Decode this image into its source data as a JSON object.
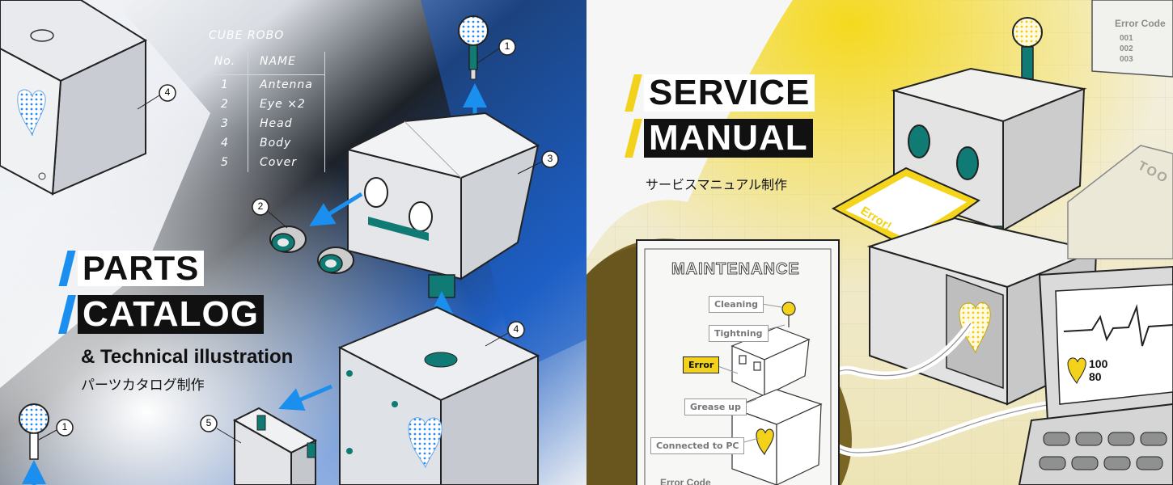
{
  "parts_table": {
    "title": "CUBE ROBO",
    "header_no": "No.",
    "header_name": "NAME",
    "rows": [
      {
        "no": "1",
        "name": "Antenna"
      },
      {
        "no": "2",
        "name": "Eye ×2"
      },
      {
        "no": "3",
        "name": "Head"
      },
      {
        "no": "4",
        "name": "Body"
      },
      {
        "no": "5",
        "name": "Cover"
      }
    ]
  },
  "left_titles": {
    "line1": "PARTS",
    "line2": "CATALOG",
    "subtitle": "& Technical illustration",
    "jp": "パーツカタログ制作"
  },
  "right_titles": {
    "line1": "SERVICE",
    "line2": "MANUAL",
    "jp": "サービスマニュアル制作"
  },
  "part_numbers": {
    "n1": "1",
    "n2": "2",
    "n3": "3",
    "n4": "4",
    "n5": "5"
  },
  "maintenance": {
    "title": "MAINTENANCE",
    "cleaning": "Cleaning",
    "tightning": "Tightning",
    "error": "Error",
    "grease": "Grease up",
    "connected": "Connected to PC",
    "error_code": "Error Code"
  },
  "error_code_sheet": {
    "title": "Error Code",
    "codes": [
      "001",
      "002",
      "003"
    ]
  },
  "error_card": "Error!",
  "monitor": {
    "value1": "100",
    "value2": "80"
  },
  "tool_label": "TOO",
  "colors": {
    "blue_accent": "#1a8ff0",
    "yellow_accent": "#f2d21a",
    "teal": "#0f7b74",
    "dark": "#101318"
  }
}
